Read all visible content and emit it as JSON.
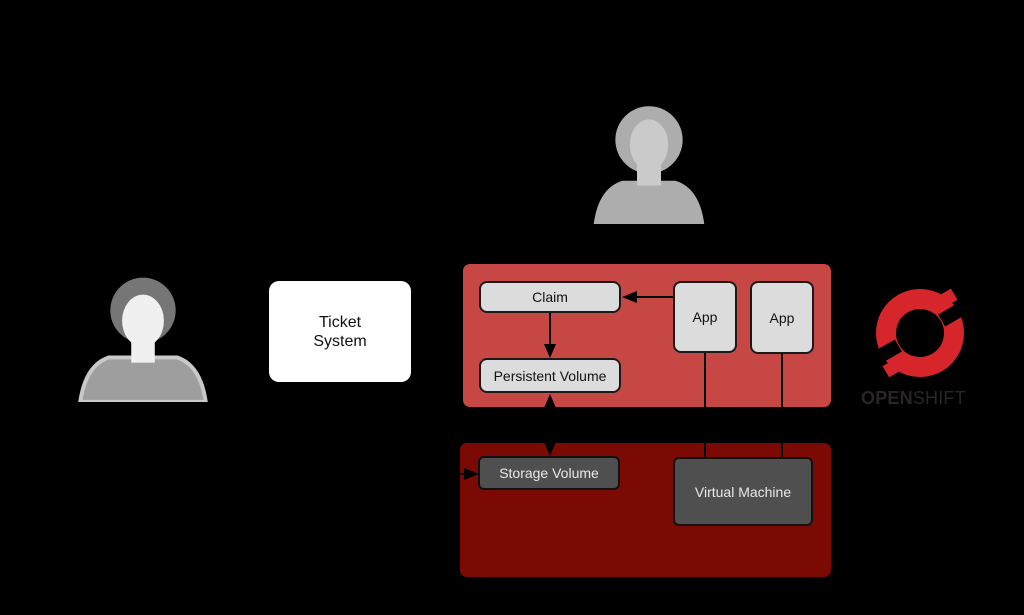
{
  "colors": {
    "canvas_bg": "#000000",
    "project_bg": "#C74744",
    "infra_bg": "#7C0A04",
    "light_node_bg": "#DCDCDC",
    "light_node_text": "#111111",
    "node_border": "#1A1A1A",
    "dark_node_bg": "#4F4F4F",
    "dark_node_text": "#E9E9E9",
    "ticket_bg": "#FFFFFF",
    "ticket_text": "#111111",
    "arrow": "#000000",
    "logo_red": "#D7252C",
    "logo_text": "#2A2526",
    "avatar_admin_hair": "#767676",
    "avatar_admin_face": "#F0F0F0",
    "avatar_admin_torso": "#9E9E9E",
    "avatar_admin_torso_outline": "#C9C9C9",
    "avatar_dev_hair": "#ADADAD",
    "avatar_dev_face": "#CACACA"
  },
  "nodes": {
    "ticket_system": {
      "line1": "Ticket",
      "line2": "System"
    },
    "claim": {
      "label": "Claim"
    },
    "persistent_volume": {
      "label": "Persistent Volume"
    },
    "app1": {
      "label": "App"
    },
    "app2": {
      "label": "App"
    },
    "storage_volume": {
      "label": "Storage Volume"
    },
    "virtual_machine": {
      "label": "Virtual Machine"
    }
  },
  "logo": {
    "word_bold": "OPEN",
    "word_light": "SHIFT"
  },
  "icons": {
    "admin_avatar": "person-icon",
    "dev_avatar": "person-icon",
    "openshift_logo": "openshift-ring-icon"
  }
}
